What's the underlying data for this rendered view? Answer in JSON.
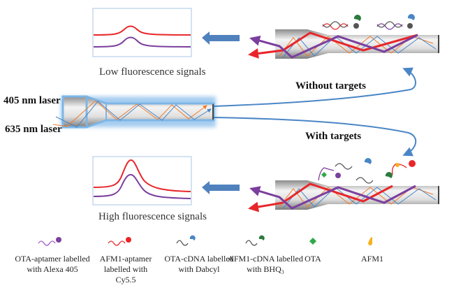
{
  "diagram": {
    "top_panel": {
      "caption": "Low fluorescence signals",
      "condition_label": "Without targets",
      "signal_level": "low"
    },
    "bottom_panel": {
      "caption": "High fluorescence signals",
      "condition_label": "With targets",
      "signal_level": "high"
    },
    "lasers": {
      "laser1": "405 nm laser",
      "laser2": "635 nm laser"
    },
    "colors": {
      "red_signal": "#e8262a",
      "purple_signal": "#7b3f9e",
      "orange_ray": "#f07a2a",
      "blue_ray": "#4a86c6",
      "arrow_blue": "#4f81bd",
      "fiber_glow": "#9cc8ee",
      "ota_green": "#2eaa4a",
      "afm1_yellow": "#f5b21c"
    },
    "legend": [
      {
        "icon": "ota-aptamer-alexa405-icon",
        "label": "OTA-aptamer labelled with Alexa 405"
      },
      {
        "icon": "afm1-aptamer-cy55-icon",
        "label": "AFM1-aptamer labelled with Cy5.5"
      },
      {
        "icon": "ota-cdna-dabcyl-icon",
        "label": "OTA-cDNA labelled with Dabcyl"
      },
      {
        "icon": "afm1-cdna-bhq3-icon",
        "label": "AFM1-cDNA labelled with BHQ₃"
      },
      {
        "icon": "ota-molecule-icon",
        "label": "OTA"
      },
      {
        "icon": "afm1-molecule-icon",
        "label": "AFM1"
      }
    ]
  }
}
